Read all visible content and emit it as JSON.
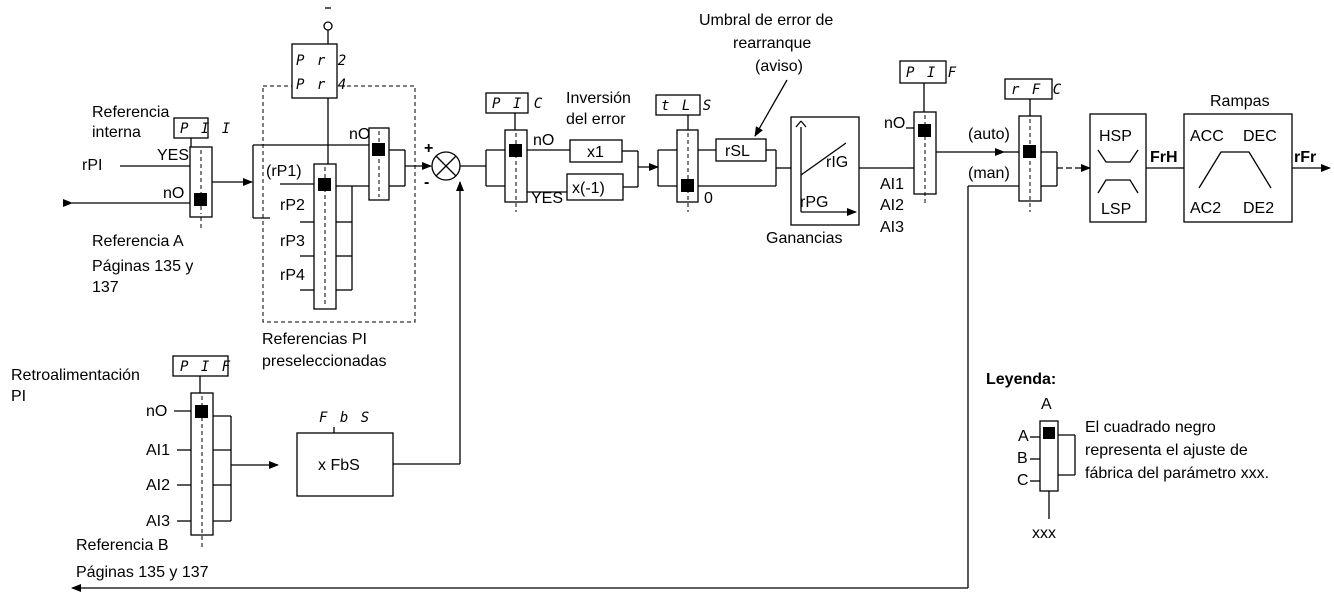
{
  "codes": {
    "pii": "P I I",
    "pr2": "P r 2",
    "pr4": "P r 4",
    "pic": "P I C",
    "tls": "t L S",
    "pif_top": "P I F",
    "rfc": "r F C",
    "pif_left": "P I F",
    "fbs": "F b S"
  },
  "left": {
    "ref_internal_1": "Referencia",
    "ref_internal_2": "interna",
    "yes": "YES",
    "no": "nO",
    "rpi": "rPI",
    "ref_a": "Referencia A",
    "pages_a_1": "Páginas 135 y",
    "pages_a_2": "137"
  },
  "preset": {
    "rp1": "(rP1)",
    "rp2": "rP2",
    "rp3": "rP3",
    "rp4": "rP4",
    "no": "nO",
    "caption_1": "Referencias PI",
    "caption_2": "preseleccionadas"
  },
  "summing": {
    "plus": "+",
    "minus": "-"
  },
  "inversion": {
    "title_1": "Inversión",
    "title_2": "del error",
    "no": "nO",
    "yes": "YES",
    "x1": "x1",
    "xm1": "x(-1)"
  },
  "threshold": {
    "title_1": "Umbral de error de",
    "title_2": "rearranque",
    "title_3": "(aviso)",
    "rsl": "rSL",
    "zero": "0"
  },
  "gains": {
    "rig": "rIG",
    "rpg": "rPG",
    "label": "Ganancias"
  },
  "ai_switch": {
    "no": "nO",
    "ai1": "AI1",
    "ai2": "AI2",
    "ai3": "AI3"
  },
  "mode": {
    "auto": "(auto)",
    "man": "(man)"
  },
  "limits": {
    "hsp": "HSP",
    "lsp": "LSP",
    "frh": "FrH"
  },
  "ramps": {
    "title": "Rampas",
    "acc": "ACC",
    "dec": "DEC",
    "ac2": "AC2",
    "de2": "DE2",
    "rfr": "rFr"
  },
  "feedback": {
    "title_1": "Retroalimentación",
    "title_2": "PI",
    "no": "nO",
    "ai1": "AI1",
    "ai2": "AI2",
    "ai3": "AI3",
    "ref_b": "Referencia B",
    "pages_b": "Páginas 135 y 137",
    "xfbs": "x FbS"
  },
  "legend": {
    "title": "Leyenda:",
    "a_top": "A",
    "a": "A",
    "b": "B",
    "c": "C",
    "xxx": "xxx",
    "desc_1": "El cuadrado negro",
    "desc_2": "representa el ajuste de",
    "desc_3": "fábrica del parámetro xxx."
  }
}
